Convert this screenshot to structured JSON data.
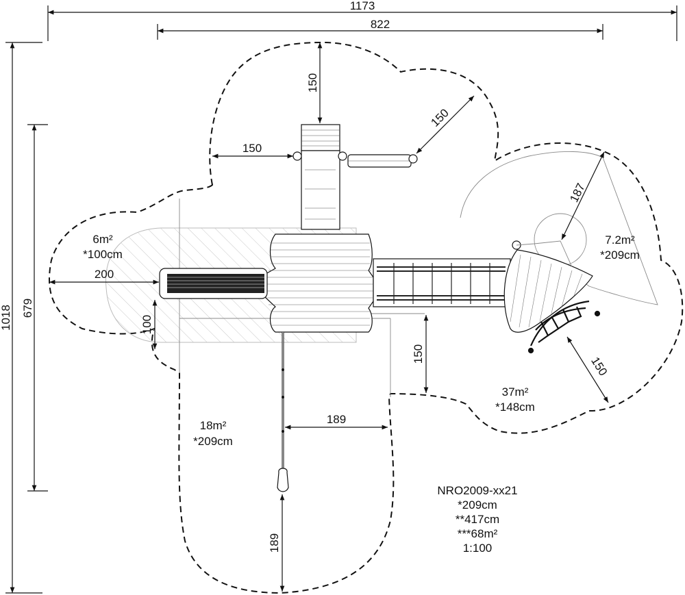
{
  "diagram": {
    "dimensions": {
      "overall_width": "1173",
      "platform_width": "822",
      "overall_height": "1018",
      "platform_height": "679",
      "swing_top": "150",
      "swing_side_left": "150",
      "swing_diag": "150",
      "slide_run": "200",
      "slide_exit": "100",
      "bridge_side": "150",
      "rope_side": "189",
      "rope_bottom": "189",
      "climber_radius": "187",
      "net_diag": "150"
    },
    "zones": {
      "slide_area": "6m²",
      "slide_height": "*100cm",
      "climber_area": "7.2m²",
      "climber_height": "*209cm",
      "bridge_area": "37m²",
      "bridge_height": "*148cm",
      "rope_area": "18m²",
      "rope_height": "*209cm"
    },
    "info": {
      "model": "NRO2009-xx21",
      "line1": "*209cm",
      "line2": "**417cm",
      "line3": "***68m²",
      "scale": "1:100"
    }
  }
}
